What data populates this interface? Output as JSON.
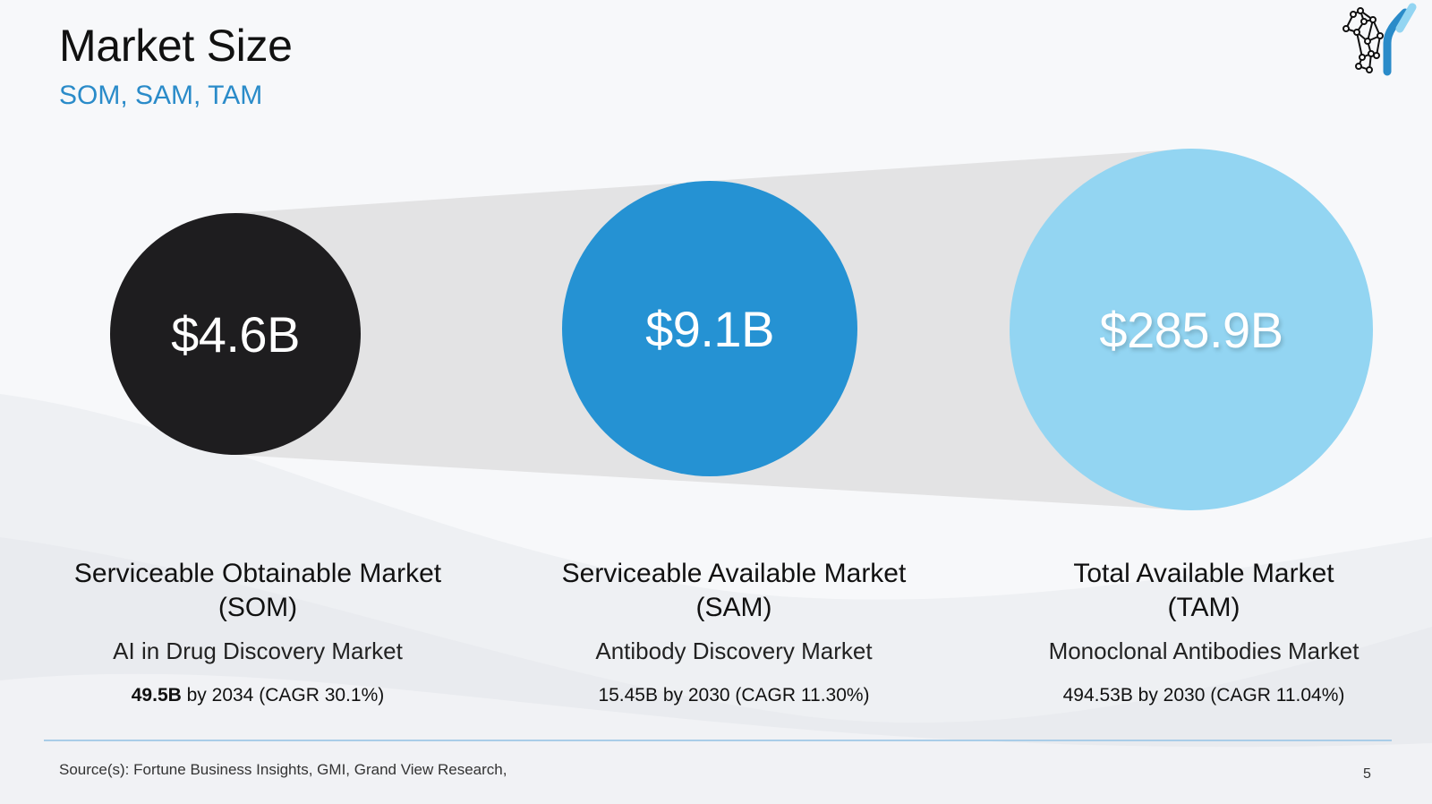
{
  "header": {
    "title": "Market Size",
    "subtitle": "SOM, SAM, TAM"
  },
  "colors": {
    "som": "#1e1d1f",
    "sam": "#2592d3",
    "tam": "#93d5f2",
    "accent": "#2a8bc9",
    "funnel": "#e3e3e4"
  },
  "markets": [
    {
      "value": "$4.6B",
      "name": "Serviceable Obtainable Market",
      "abbr": "(SOM)",
      "segment": "AI in Drug Discovery Market",
      "forecast_bold": "49.5B",
      "forecast_rest": " by 2034 (CAGR 30.1%)"
    },
    {
      "value": "$9.1B",
      "name": "Serviceable Available Market",
      "abbr": "(SAM)",
      "segment": "Antibody Discovery Market",
      "forecast_bold": "",
      "forecast_rest": "15.45B by 2030 (CAGR 11.30%)"
    },
    {
      "value": "$285.9B",
      "name": "Total Available Market",
      "abbr": "(TAM)",
      "segment": "Monoclonal Antibodies Market",
      "forecast_bold": "",
      "forecast_rest": "494.53B by 2030 (CAGR 11.04%)"
    }
  ],
  "footer": {
    "source": "Source(s): Fortune Business Insights, GMI, Grand View Research,",
    "page": "5"
  },
  "logo": {
    "icon": "company-logo-icon"
  }
}
